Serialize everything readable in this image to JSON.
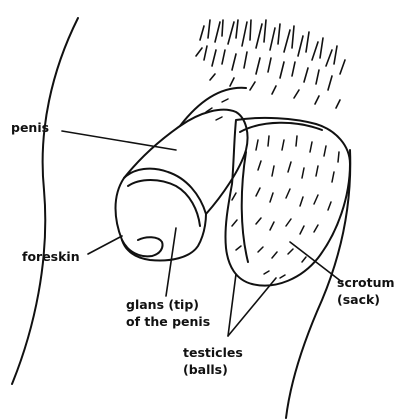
{
  "diagram": {
    "labels": {
      "penis": "penis",
      "foreskin": "foreskin",
      "glans_line1": "glans (tip)",
      "glans_line2": "of the penis",
      "scrotum_line1": "scrotum",
      "scrotum_line2": "(sack)",
      "testicles_line1": "testicles",
      "testicles_line2": "(balls)"
    },
    "colors": {
      "ink": "#111111",
      "background": "#ffffff"
    }
  }
}
